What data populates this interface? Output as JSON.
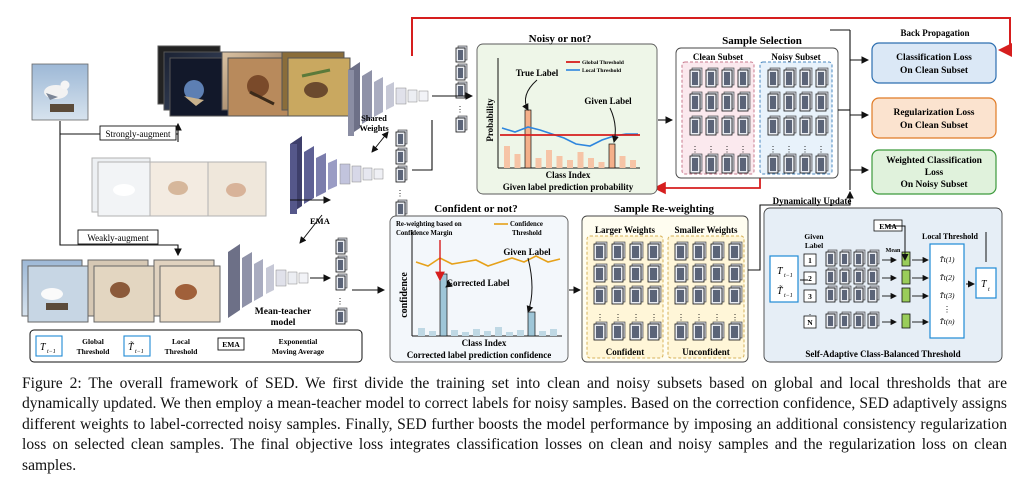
{
  "figure": {
    "augment": {
      "strong": "Strongly-augment",
      "weak": "Weakly-augment"
    },
    "shared_weights": "Shared Weights",
    "ema": "EMA",
    "mean_teacher": "Mean-teacher model",
    "noisy_panel": {
      "title": "Noisy or not?",
      "legend_global": "Global Threshold",
      "legend_local": "Local Threshold",
      "true_label": "True Label",
      "given_label": "Given Label",
      "ylabel": "Probability",
      "xlabel": "Class Index",
      "caption": "Given label prediction probability"
    },
    "selection": {
      "title": "Sample Selection",
      "clean": "Clean Subset",
      "noisy": "Noisy Subset"
    },
    "losses": {
      "backprop": "Back Propagation",
      "cls_1": "Classification Loss",
      "cls_2": "On Clean Subset",
      "reg_1": "Regularization Loss",
      "reg_2": "On Clean Subset",
      "wcls_1": "Weighted Classification",
      "wcls_2": "Loss",
      "wcls_3": "On Noisy Subset"
    },
    "confident_panel": {
      "title": "Confident or not?",
      "reweight_1": "Re-weighting based on",
      "reweight_2": "Confidence Margin",
      "legend_1": "Confidence",
      "legend_2": "Threshold",
      "given_label": "Given Label",
      "corrected_label": "Corrected Label",
      "ylabel": "confidence",
      "xlabel": "Class Index",
      "caption": "Corrected label prediction confidence"
    },
    "reweighting": {
      "title": "Sample  Re-weighting",
      "larger": "Larger Weights",
      "smaller": "Smaller Weights",
      "confident": "Confident",
      "unconfident": "Unconfident"
    },
    "threshold": {
      "dyn_update": "Dynamically Update",
      "ema": "EMA",
      "given_1": "Given",
      "given_2": "Label",
      "mean": "Mean",
      "local_threshold": "Local Threshold",
      "class_ids": [
        "1",
        "2",
        "3",
        "N"
      ],
      "caption": "Self-Adaptive Class-Balanced Threshold",
      "t_items": [
        "T̃t(1)",
        "T̃t(2)",
        "T̃t(3)",
        "T̃t(n)"
      ]
    },
    "legend": {
      "global_1": "Global",
      "global_2": "Threshold",
      "local_1": "Local",
      "local_2": "Threshold",
      "ema_box": "EMA",
      "ema_1": "Exponential",
      "ema_2": "Moving Average"
    }
  },
  "caption": "Figure 2: The overall framework of SED. We first divide the training set into clean and noisy subsets based on global and local thresholds that are dynamically updated. We then employ a mean-teacher model to correct labels for noisy samples. Based on the correction confidence, SED adaptively assigns different weights to label-corrected noisy samples. Finally, SED further boosts the model performance by imposing an additional consistency regularization loss on selected clean samples. The final objective loss integrates classification losses on clean and noisy samples and the regularization loss on clean samples."
}
